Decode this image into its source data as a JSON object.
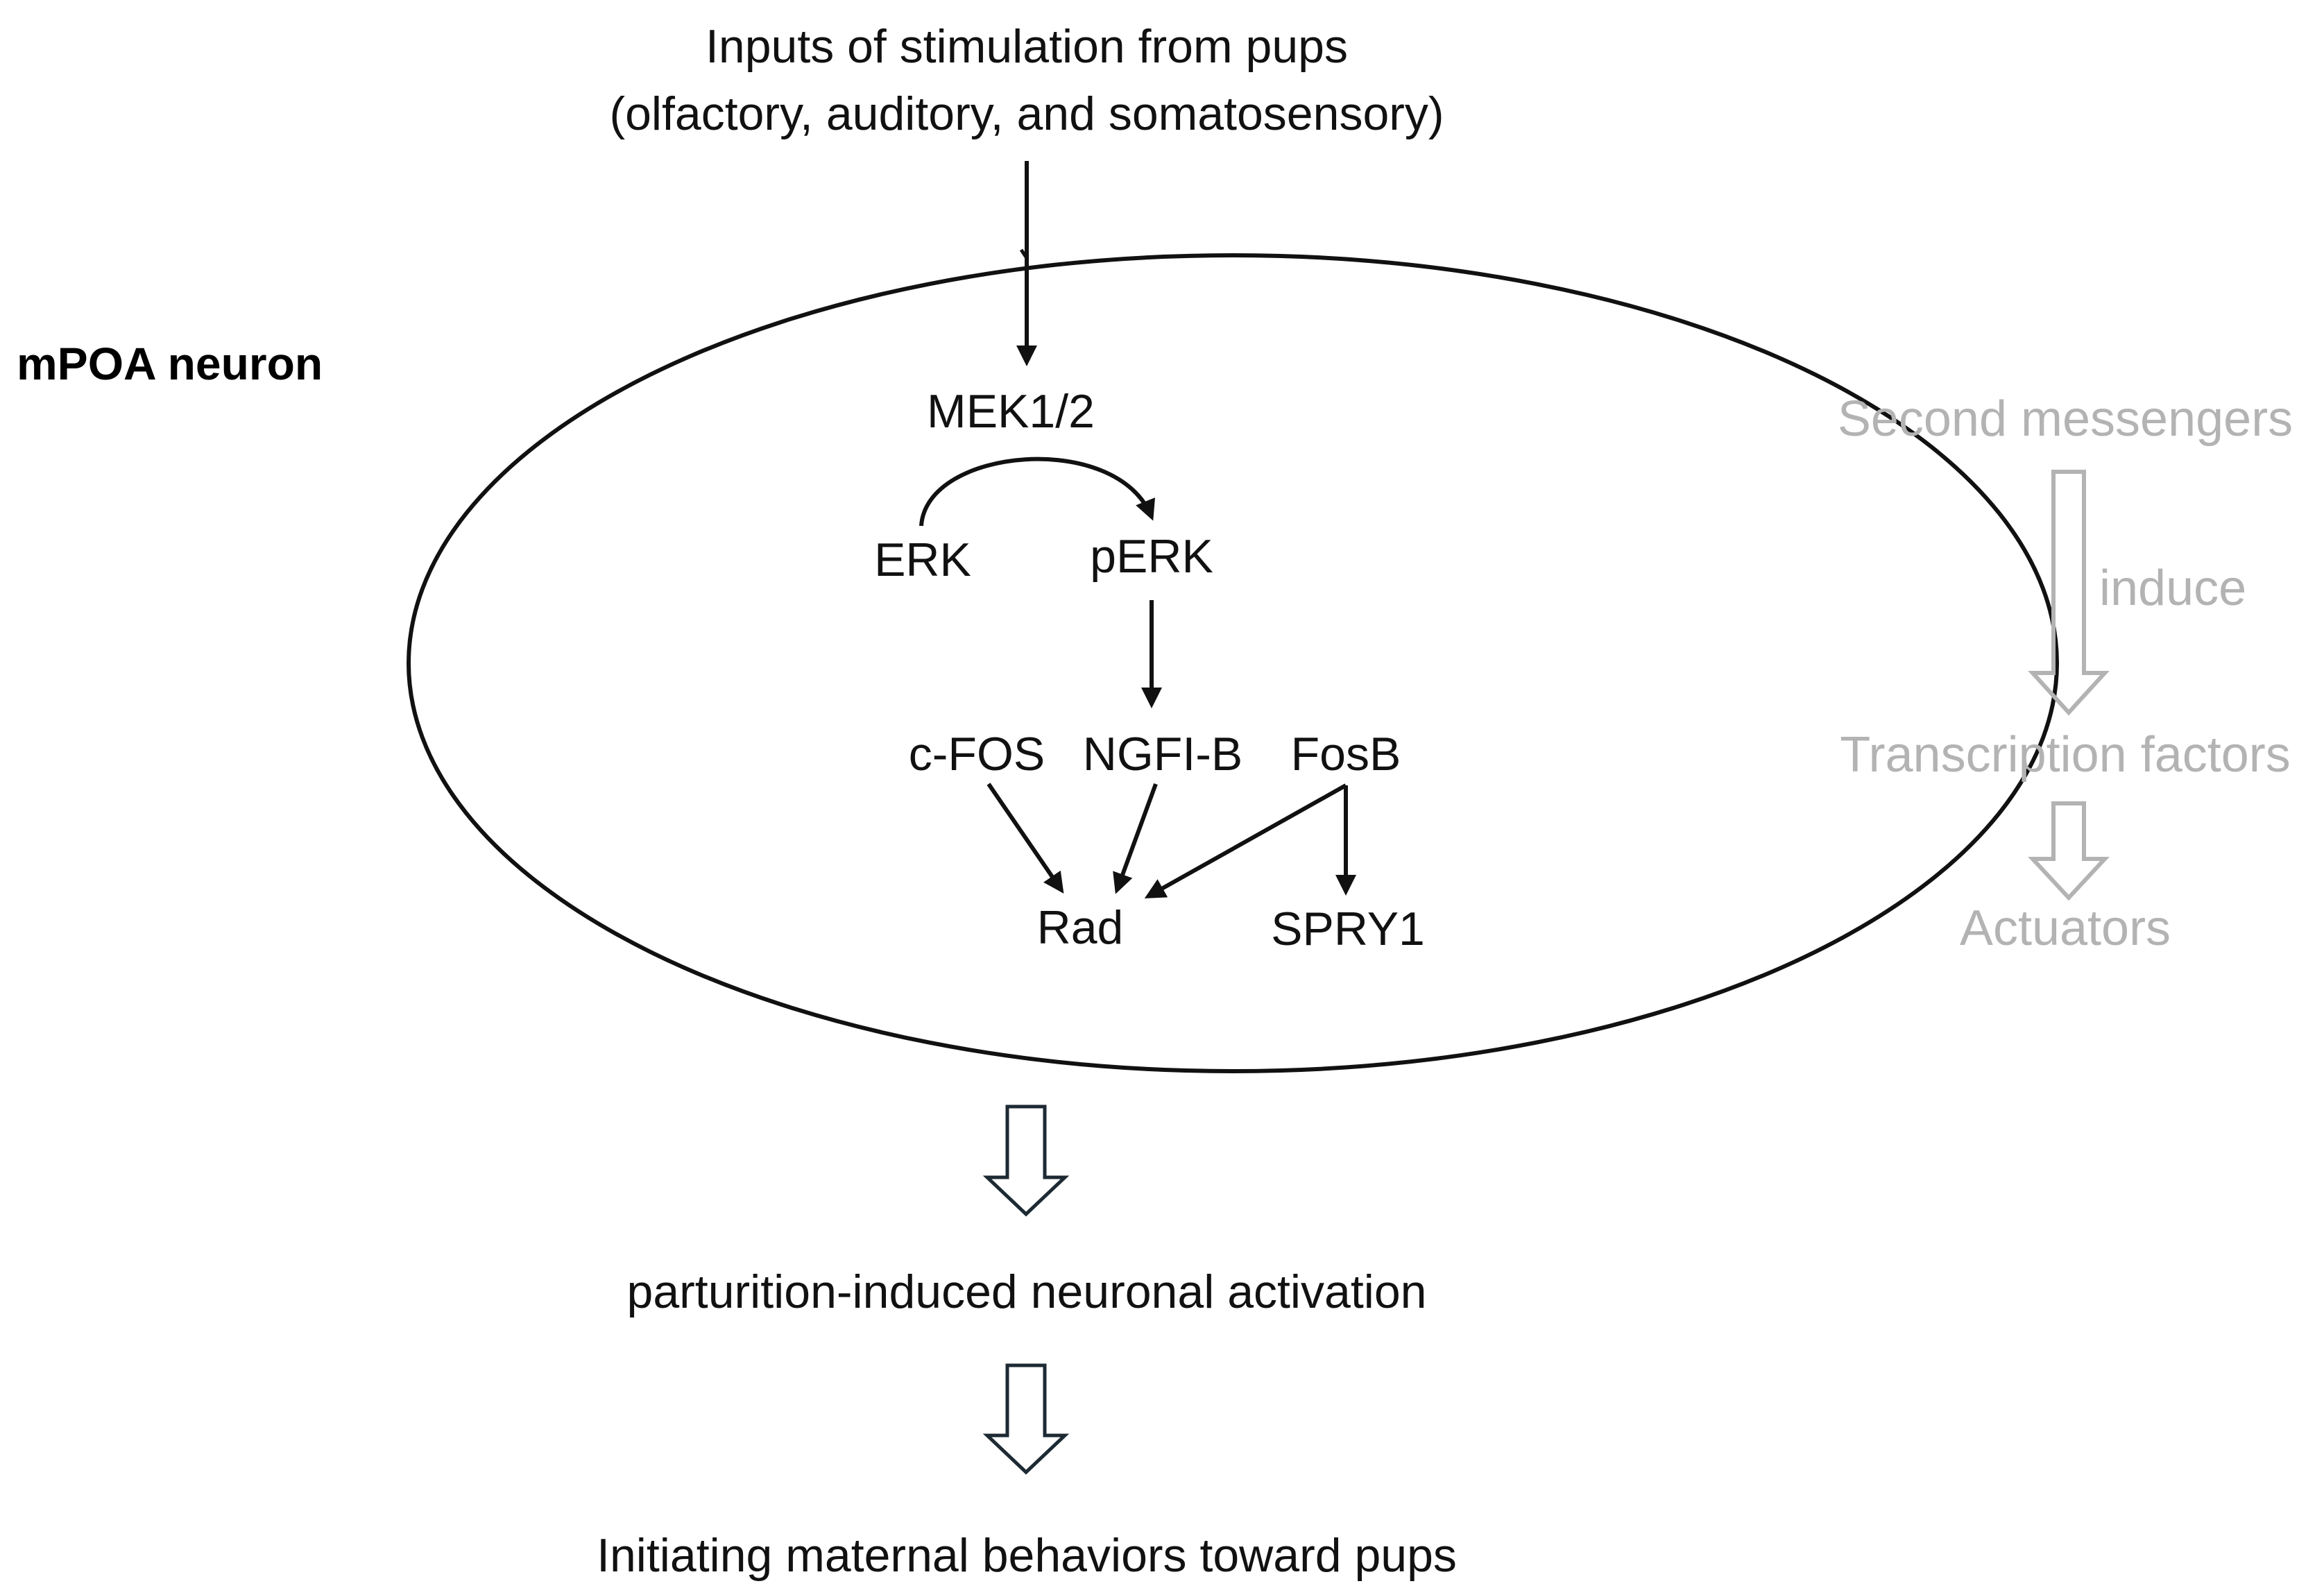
{
  "input_title": {
    "line1": "Inputs of stimulation from pups",
    "line2": "(olfactory, auditory, and somatosensory)"
  },
  "cell_label": "mPOA neuron",
  "nodes": {
    "mek": "MEK1/2",
    "erk": "ERK",
    "perk": "pERK",
    "cfos": "c-FOS",
    "ngfib": "NGFI-B",
    "fosb": "FosB",
    "rad": "Rad",
    "spry1": "SPRY1"
  },
  "outcomes": {
    "activation": "parturition-induced neuronal activation",
    "behavior": "Initiating maternal behaviors toward pups"
  },
  "legend": {
    "second_messengers": "Second messengers",
    "induce": "induce",
    "transcription_factors": "Transcription factors",
    "actuators": "Actuators"
  },
  "colors": {
    "main": "#111111",
    "legend": "#b3b3b3",
    "outcome_arrow": "#1d2a33"
  }
}
